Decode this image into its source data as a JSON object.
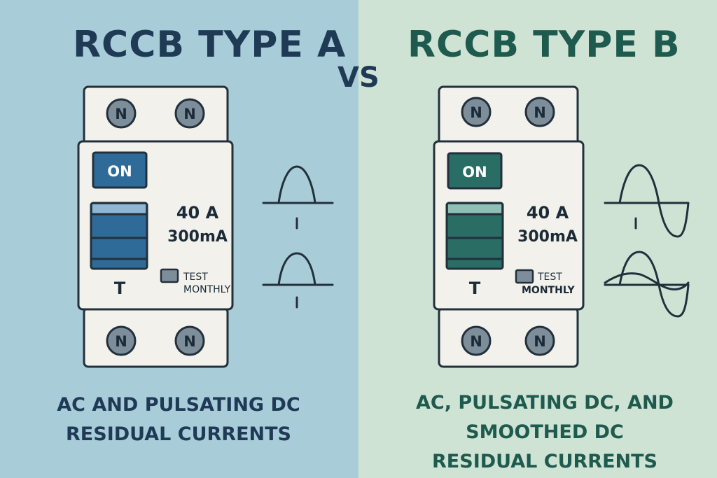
{
  "vs_label": "VS",
  "type_a": {
    "title": "RCCB TYPE A",
    "on_label": "ON",
    "terminal_label": "N",
    "rating_current": "40 A",
    "rating_residual": "300mA",
    "test_button_letter": "T",
    "test_line1": "TEST",
    "test_line2": "MONTHLY",
    "caption_line1": "AC AND PULSATING DC",
    "caption_line2": "RESIDUAL CURRENTS",
    "accent_color": "#2f6b98",
    "waveforms": [
      "half-wave-pulse-icon",
      "half-wave-pulse-icon"
    ]
  },
  "type_b": {
    "title": "RCCB TYPE B",
    "on_label": "ON",
    "terminal_label": "N",
    "rating_current": "40 A",
    "rating_residual": "300mA",
    "test_button_letter": "T",
    "test_line1": "TEST",
    "test_line2": "MONTHLY",
    "caption_line1": "AC, PULSATING DC, AND",
    "caption_line2": "SMOOTHED DC",
    "caption_line3": "RESIDUAL CURRENTS",
    "accent_color": "#2a6d64",
    "waveforms": [
      "sine-wave-icon",
      "smoothed-dc-wave-icon"
    ]
  },
  "colors": {
    "panel_a_bg": "#a9ccd9",
    "panel_b_bg": "#cfe3d4",
    "outline": "#22303c",
    "body_fill": "#f2f1ec"
  }
}
